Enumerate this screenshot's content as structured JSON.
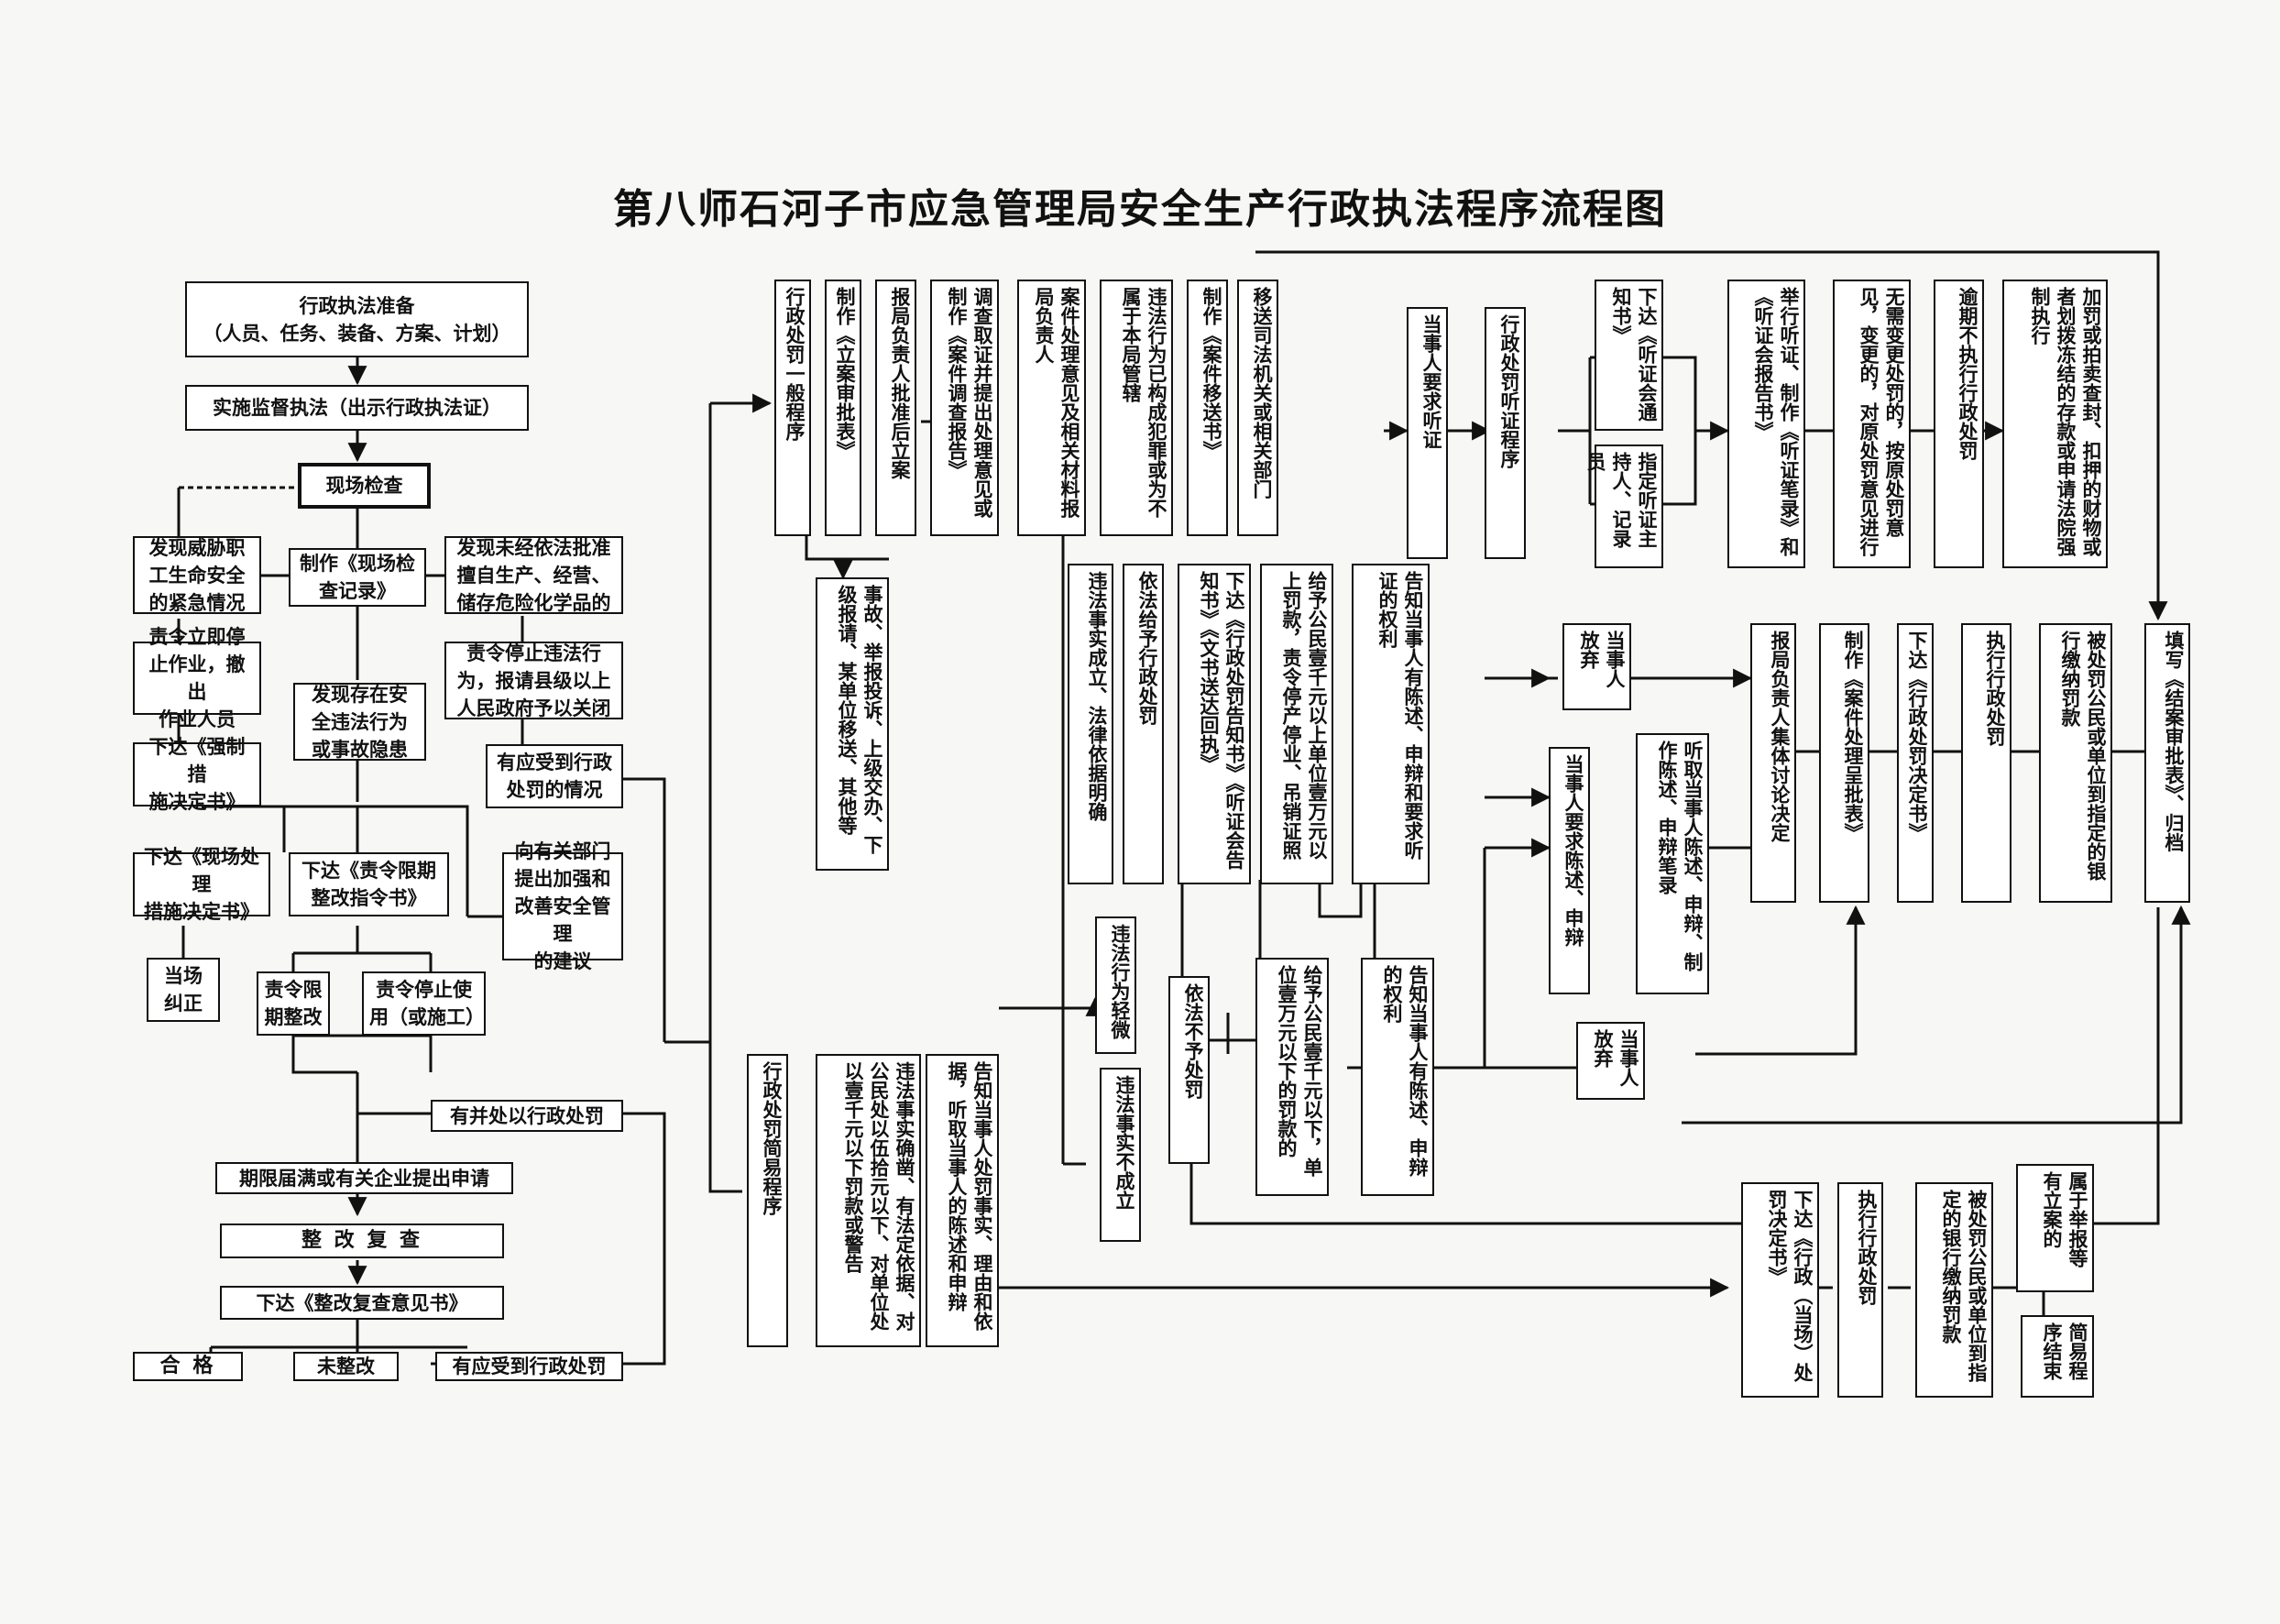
{
  "title": "第八师石河子市应急管理局安全生产行政执法程序流程图",
  "left": {
    "prep": "行政执法准备\n（人员、任务、装备、方案、计划）",
    "supervise": "实施监督执法（出示行政执法证）",
    "inspect": "现场检查",
    "threat": "发现威胁职\n工生命安全\n的紧急情况",
    "record": "制作《现场检\n查记录》",
    "unlicensed": "发现未经依法批准\n擅自生产、经营、\n储存危险化学品的",
    "stop_work": "责令立即停\n止作业，撤出\n作业人员",
    "hazard": "发现存在安\n全违法行为\n或事故隐患",
    "stop_illegal": "责令停止违法行\n为，报请县级以上\n人民政府予以关闭",
    "force": "下达《强制措\n施决定书》",
    "should_punish": "有应受到行政\n处罚的情况",
    "onsite": "下达《现场处理\n措施决定书》",
    "rectify_notice": "下达《责令限期\n整改指令书》",
    "suggest": "向有关部门\n提出加强和\n改善安全管理\n的建议",
    "correct": "当场\n纠正",
    "deadline": "责令限\n期整改",
    "stop_use": "责令停止使\n用（或施工）",
    "combined": "有并处以行政处罚",
    "expiry": "期限届满或有关企业提出申请",
    "recheck": "整 改 复 查",
    "recheck_opinion": "下达《整改复查意见书》",
    "pass": "合 格",
    "not_fixed": "未整改",
    "should_punish2": "有应受到行政处罚"
  },
  "general": {
    "general_procedure": "行政处罚一般程序",
    "filing": "制作《立案审批表》",
    "approval": "报局负责人批准后立案",
    "investigate": "调查取证并提出处理意见或制作《案件调查报告》",
    "case_materials": "案件处理意见及相关材料报局负责人",
    "crime": "违法行为已构成犯罪或为不属于本局管辖",
    "transfer_doc": "制作《案件移送书》",
    "transfer_judicial": "移送司法机关或相关部门",
    "sources": "事故、举报投诉、上级交办、下级报请、某单位移送、其他等",
    "facts_clear": "违法事实成立、法律依据明确",
    "punish": "依法给予行政处罚",
    "notice_docs": "下达《行政处罚告知书》《听证会告知书》《文书送达回执》",
    "large_fine": "给予公民壹千元以上单位壹万元以上罚款，责令停产停业、吊销证照",
    "inform_rights": "告知当事人有陈述、申辩和要求听证的权利",
    "minor": "违法行为轻微",
    "not_punish": "依法不予处罚",
    "small_fine": "给予公民壹千元以下，单位壹万元以下的罚款的",
    "inform_rights2": "告知当事人有陈述、申辩的权利",
    "facts_false": "违法事实不成立"
  },
  "hearing": {
    "party_request": "当事人要求听证",
    "hearing_procedure": "行政处罚听证程序",
    "hearing_notice": "下达《听证会通知书》",
    "hearing_staff": "指定听证主持人、记录员",
    "hold_hearing": "举行听证、制作《听证笔录》和《听证会报告书》",
    "keep_change": "无需变更处罚的，按原处罚意见，变更的，对原处罚意见进行",
    "overdue": "逾期不执行行政处罚",
    "enforce": "加罚或拍卖查封、扣押的财物或者划拨冻结的存款或申请法院强制执行"
  },
  "decision": {
    "waive": "当事人放弃",
    "request_statement": "当事人要求陈述、申辩",
    "hear_statement": "听取当事人陈述、申辩、制作陈述、申辩笔录",
    "collective": "报局负责人集体讨论决定",
    "case_approval": "制作《案件处理呈批表》",
    "issue_decision": "下达《行政处罚决定书》",
    "execute": "执行行政处罚",
    "pay_fine": "被处罚公民或单位到指定的银行缴纳罚款",
    "close_case": "填写《结案审批表》、归档",
    "waive2": "当事人放弃"
  },
  "simple": {
    "simple_procedure": "行政处罚简易程序",
    "simple_conditions": "违法事实确凿、有法定依据、对公民处以伍拾元以下、对单位处以壹千元以下罚款或警告",
    "simple_inform": "告知当事人处罚事实、理由和依据，听取当事人的陈述和申辩",
    "onsite_decision": "下达《行政（当场）处罚决定书》",
    "execute2": "执行行政处罚",
    "pay_fine2": "被处罚公民或单位到指定的银行缴纳罚款",
    "reported": "属于举报等有立案的",
    "simple_end": "简易程序结束"
  }
}
